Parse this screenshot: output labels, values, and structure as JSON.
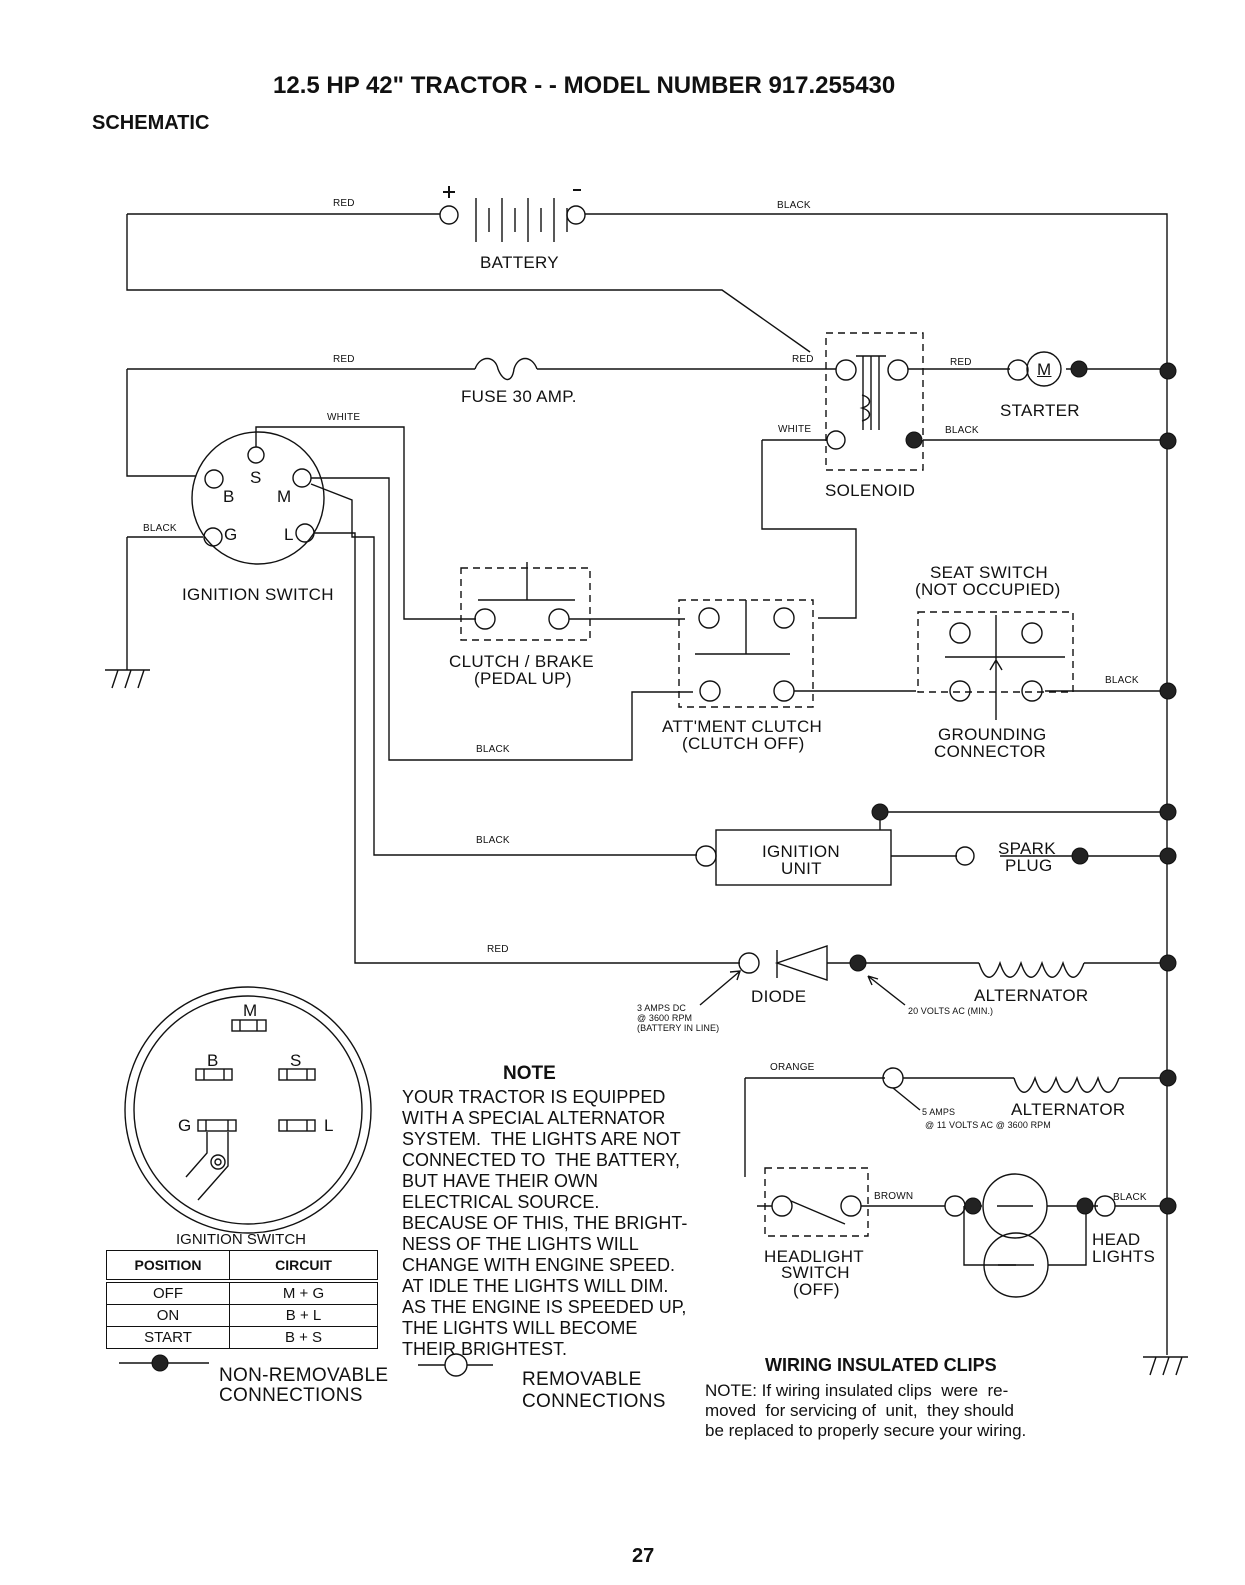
{
  "header": {
    "title": "12.5 HP 42\" TRACTOR - - MODEL NUMBER 917.255430",
    "subtitle": "SCHEMATIC"
  },
  "wires": {
    "red": "RED",
    "black": "BLACK",
    "white": "WHITE",
    "orange": "ORANGE",
    "brown": "BROWN"
  },
  "components": {
    "battery": "BATTERY",
    "fuse": "FUSE 30 AMP.",
    "starter": "STARTER",
    "starter_symbol": "M",
    "solenoid": "SOLENOID",
    "ignition_switch": "IGNITION SWITCH",
    "terminals": {
      "b": "B",
      "s": "S",
      "m": "M",
      "g": "G",
      "l": "L"
    },
    "clutch_brake": [
      "CLUTCH / BRAKE",
      "(PEDAL UP)"
    ],
    "attment_clutch": [
      "ATT'MENT CLUTCH",
      "(CLUTCH OFF)"
    ],
    "seat_switch": [
      "SEAT SWITCH",
      "(NOT OCCUPIED)"
    ],
    "grounding_connector": [
      "GROUNDING",
      "CONNECTOR"
    ],
    "ignition_unit": [
      "IGNITION",
      "UNIT"
    ],
    "spark_plug": [
      "SPARK",
      "PLUG"
    ],
    "diode": "DIODE",
    "alternator": "ALTERNATOR",
    "headlight_switch": [
      "HEADLIGHT",
      "SWITCH",
      "(OFF)"
    ],
    "head_lights": [
      "HEAD",
      "LIGHTS"
    ]
  },
  "ratings": {
    "dc": [
      "3 AMPS DC",
      "@ 3600 RPM",
      "(BATTERY IN LINE)"
    ],
    "ac_min": "20 VOLTS AC (MIN.)",
    "lights_amps": "5 AMPS",
    "lights_volts": "@ 11 VOLTS AC @ 3600 RPM"
  },
  "ignition_face_label": "IGNITION SWITCH",
  "ignition_table": {
    "headers": [
      "POSITION",
      "CIRCUIT"
    ],
    "rows": [
      [
        "OFF",
        "M + G"
      ],
      [
        "ON",
        "B + L"
      ],
      [
        "START",
        "B + S"
      ]
    ]
  },
  "note": {
    "heading": "NOTE",
    "lines": [
      "YOUR TRACTOR IS EQUIPPED",
      "WITH A SPECIAL ALTERNATOR",
      "SYSTEM.  THE LIGHTS ARE NOT",
      "CONNECTED TO  THE BATTERY,",
      "BUT HAVE THEIR OWN",
      "ELECTRICAL SOURCE.",
      "BECAUSE OF THIS, THE BRIGHT-",
      "NESS OF THE LIGHTS WILL",
      "CHANGE WITH ENGINE SPEED.",
      "AT IDLE THE LIGHTS WILL DIM.",
      "AS THE ENGINE IS SPEEDED UP,",
      "THE LIGHTS WILL BECOME",
      "THEIR BRIGHTEST."
    ]
  },
  "legend": {
    "non_removable": [
      "NON-REMOVABLE",
      "CONNECTIONS"
    ],
    "removable": [
      "REMOVABLE",
      "CONNECTIONS"
    ]
  },
  "clips": {
    "heading": "WIRING INSULATED CLIPS",
    "lines": [
      "NOTE: If wiring insulated clips  were  re-",
      "moved  for servicing of  unit,  they should",
      "be replaced to properly secure your wiring."
    ]
  },
  "page_number": "27"
}
